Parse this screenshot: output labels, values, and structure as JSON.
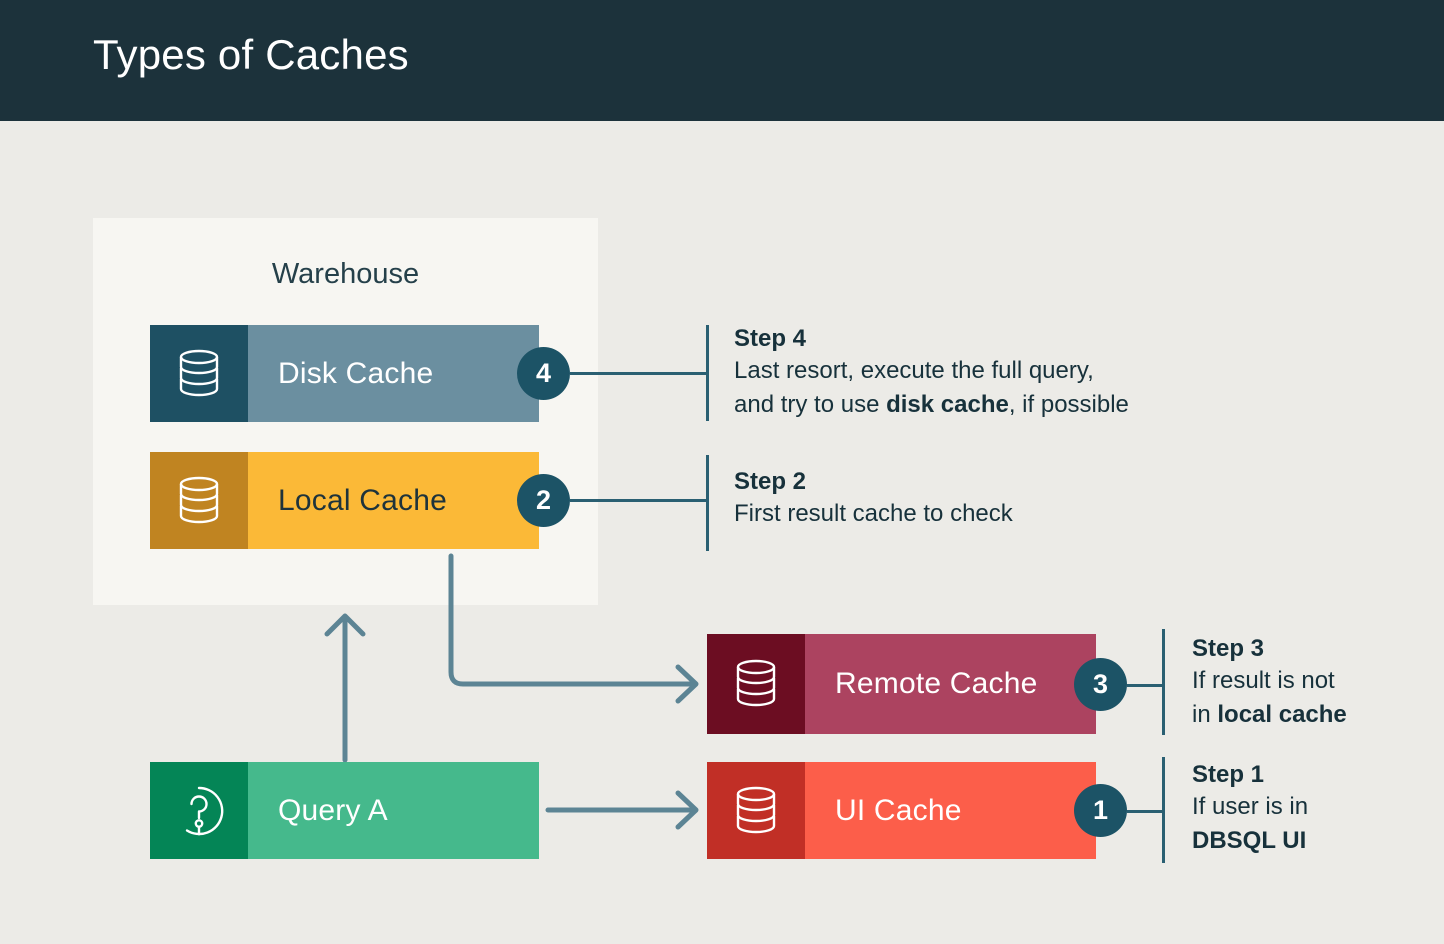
{
  "header": {
    "title": "Types of Caches",
    "background": "#1c323b",
    "text_color": "#ffffff"
  },
  "page": {
    "background": "#ecebe7",
    "accent": "#1c5366",
    "arrow_color": "#5c8494"
  },
  "warehouse": {
    "label": "Warehouse",
    "background": "#f7f6f2"
  },
  "nodes": [
    {
      "id": "disk-cache",
      "label": "Disk Cache",
      "icon": "database-icon",
      "icon_bg": "#1e5063",
      "body_bg": "#6b8fa0",
      "text_color": "#ffffff",
      "badge": "4"
    },
    {
      "id": "local-cache",
      "label": "Local Cache",
      "icon": "database-icon",
      "icon_bg": "#c08421",
      "body_bg": "#fbb937",
      "text_color": "#1e333b",
      "badge": "2"
    },
    {
      "id": "remote-cache",
      "label": "Remote Cache",
      "icon": "database-icon",
      "icon_bg": "#6c0d22",
      "body_bg": "#ac4360",
      "text_color": "#ffffff",
      "badge": "3"
    },
    {
      "id": "ui-cache",
      "label": "UI Cache",
      "icon": "database-icon",
      "icon_bg": "#c12f26",
      "body_bg": "#fc5e4a",
      "text_color": "#ffffff",
      "badge": "1"
    },
    {
      "id": "query-a",
      "label": "Query A",
      "icon": "question-mark-circle-icon",
      "icon_bg": "#048556",
      "body_bg": "#45b98c",
      "text_color": "#ffffff",
      "badge": ""
    }
  ],
  "steps": [
    {
      "id": "step-4",
      "title": "Step 4",
      "line1_pre": "Last resort, execute the full query,",
      "line2_pre": "and try to use ",
      "line2_bold": "disk cache",
      "line2_post": ", if possible"
    },
    {
      "id": "step-2",
      "title": "Step 2",
      "line1_pre": "First result cache to check",
      "line2_pre": "",
      "line2_bold": "",
      "line2_post": ""
    },
    {
      "id": "step-3",
      "title": "Step 3",
      "line1_pre": "If result is not",
      "line2_pre": "in ",
      "line2_bold": "local cache",
      "line2_post": ""
    },
    {
      "id": "step-1",
      "title": "Step 1",
      "line1_pre": "If user is in",
      "line2_pre": "",
      "line2_bold": "DBSQL UI",
      "line2_post": ""
    }
  ],
  "badges": {
    "disk": "4",
    "local": "2",
    "remote": "3",
    "ui": "1"
  }
}
